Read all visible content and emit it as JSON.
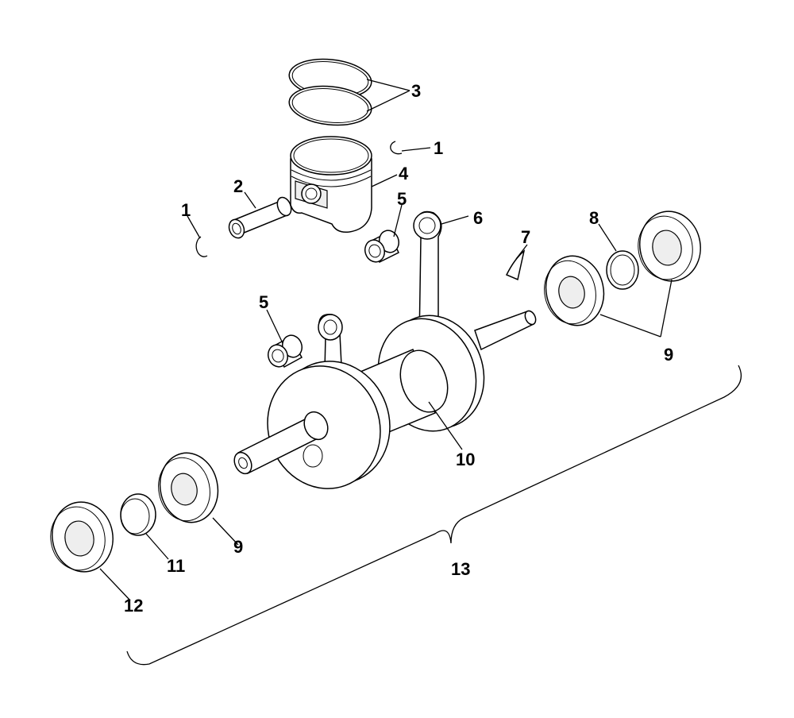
{
  "diagram": {
    "callouts": [
      {
        "id": "c1a",
        "text": "1"
      },
      {
        "id": "c1b",
        "text": "1"
      },
      {
        "id": "c2",
        "text": "2"
      },
      {
        "id": "c3",
        "text": "3"
      },
      {
        "id": "c4",
        "text": "4"
      },
      {
        "id": "c5a",
        "text": "5"
      },
      {
        "id": "c5b",
        "text": "5"
      },
      {
        "id": "c6",
        "text": "6"
      },
      {
        "id": "c7",
        "text": "7"
      },
      {
        "id": "c8",
        "text": "8"
      },
      {
        "id": "c9a",
        "text": "9"
      },
      {
        "id": "c9b",
        "text": "9"
      },
      {
        "id": "c10",
        "text": "10"
      },
      {
        "id": "c11",
        "text": "11"
      },
      {
        "id": "c12",
        "text": "12"
      },
      {
        "id": "c13",
        "text": "13"
      }
    ]
  }
}
